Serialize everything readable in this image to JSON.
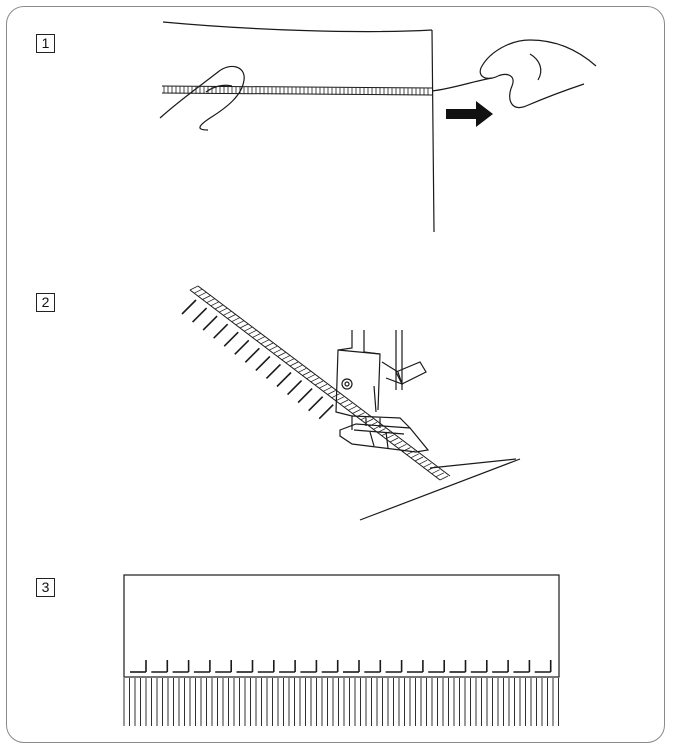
{
  "steps": [
    {
      "label": "1",
      "icon": "pull-thread-icon"
    },
    {
      "label": "2",
      "icon": "presser-foot-sewing-icon"
    },
    {
      "label": "3",
      "icon": "fringed-fabric-icon"
    }
  ],
  "colors": {
    "line": "#1a1a1a",
    "frame": "#8a8a8a"
  }
}
